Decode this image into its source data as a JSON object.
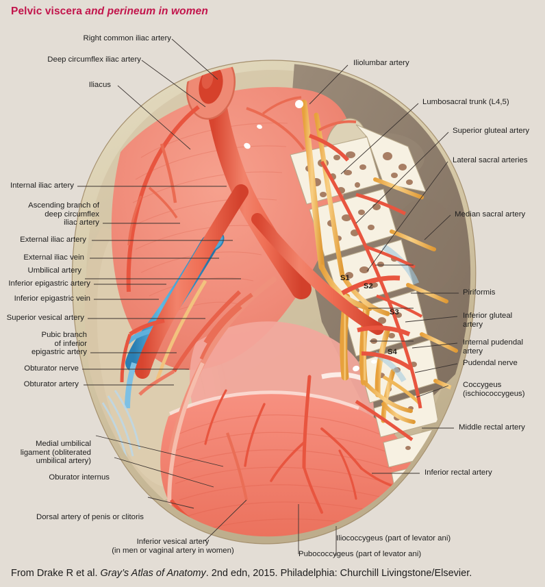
{
  "title": {
    "part1": "Pelvic viscera ",
    "part2": "and perineum in women"
  },
  "caption": {
    "prefix": "From Drake R et al. ",
    "work": "Gray’s Atlas of Anatomy",
    "suffix": ". 2nd edn, 2015. Philadelphia: Churchill Livingstone/Elsevier."
  },
  "figure": {
    "alt": "Coronal oblique view of female pelvic viscera and perineum showing arteries, nerves, sacrum and levator ani",
    "colors": {
      "background": "#e3ddd5",
      "muscle_light": "#f08b79",
      "muscle_deep": "#ef8470",
      "muscle_pale": "#f3a095",
      "artery": "#e8553f",
      "artery_light": "#ef8a74",
      "vein": "#3a9fd4",
      "vein_pale": "#bcd8e8",
      "nerve": "#f0b757",
      "bone_rim": "#d8cdb0",
      "bone_cancellous": "#f6f0e0",
      "bone_speckle": "#9a6a4e",
      "posterior_tissue": "#8b7a6a",
      "title_color": "#c2144b",
      "leader": "#3a3330"
    }
  },
  "labels": {
    "left": [
      {
        "id": "right-common-iliac-artery",
        "text": "Right common iliac artery"
      },
      {
        "id": "deep-circumflex-iliac-artery",
        "text": "Deep circumflex iliac artery"
      },
      {
        "id": "iliacus",
        "text": "Iliacus"
      },
      {
        "id": "internal-iliac-artery",
        "text": "Internal iliac artery"
      },
      {
        "id": "ascending-branch-deep-circumflex-iliac-artery",
        "text": "Ascending branch of\ndeep circumflex\niliac artery"
      },
      {
        "id": "external-iliac-artery",
        "text": "External iliac artery"
      },
      {
        "id": "external-iliac-vein",
        "text": "External iliac vein"
      },
      {
        "id": "umbilical-artery",
        "text": "Umbilical artery"
      },
      {
        "id": "inferior-epigastric-artery",
        "text": "Inferior epigastric artery"
      },
      {
        "id": "inferior-epigastric-vein",
        "text": "Inferior epigastric vein"
      },
      {
        "id": "superior-vesical-artery",
        "text": "Superior vesical artery"
      },
      {
        "id": "pubic-branch-of-inferior-epigastric-artery",
        "text": "Pubic branch\nof inferior\nepigastric artery"
      },
      {
        "id": "obturator-nerve",
        "text": "Obturator nerve"
      },
      {
        "id": "obturator-artery",
        "text": "Obturator artery"
      },
      {
        "id": "medial-umbilical-ligament",
        "text": "Medial umbilical\nligament (obliterated\numbilical artery)"
      },
      {
        "id": "oburator-internus",
        "text": "Oburator internus"
      },
      {
        "id": "dorsal-artery-of-penis-or-clitoris",
        "text": "Dorsal artery of penis or clitoris"
      }
    ],
    "right": [
      {
        "id": "iliolumbar-artery",
        "text": "Iliolumbar artery"
      },
      {
        "id": "lumbosacral-trunk",
        "text": "Lumbosacral trunk (L4,5)"
      },
      {
        "id": "superior-gluteal-artery",
        "text": "Superior gluteal artery"
      },
      {
        "id": "lateral-sacral-arteries",
        "text": "Lateral sacral arteries"
      },
      {
        "id": "median-sacral-artery",
        "text": "Median sacral artery"
      },
      {
        "id": "piriformis",
        "text": "Piriformis"
      },
      {
        "id": "inferior-gluteal-artery",
        "text": "Inferior gluteal\nartery"
      },
      {
        "id": "internal-pudendal-artery",
        "text": "Internal pudendal\nartery"
      },
      {
        "id": "pudendal-nerve",
        "text": "Pudendal nerve"
      },
      {
        "id": "coccygeus",
        "text": "Coccygeus\n(ischiococcygeus)"
      },
      {
        "id": "middle-rectal-artery",
        "text": "Middle rectal artery"
      },
      {
        "id": "inferior-rectal-artery",
        "text": "Inferior rectal artery"
      }
    ],
    "bottom": [
      {
        "id": "inferior-vesical-artery",
        "text": "Inferior vesical artery\n(in men or vaginal artery in women)"
      },
      {
        "id": "iliococcygeus",
        "text": "Iliococcygeus (part of levator ani)"
      },
      {
        "id": "pubococcygeus",
        "text": "Pubococcygeus (part of levator ani)"
      }
    ],
    "nerve_roots": [
      {
        "id": "s1",
        "text": "S1"
      },
      {
        "id": "s2",
        "text": "S2"
      },
      {
        "id": "s3",
        "text": "S3"
      },
      {
        "id": "s4",
        "text": "S4"
      }
    ]
  }
}
